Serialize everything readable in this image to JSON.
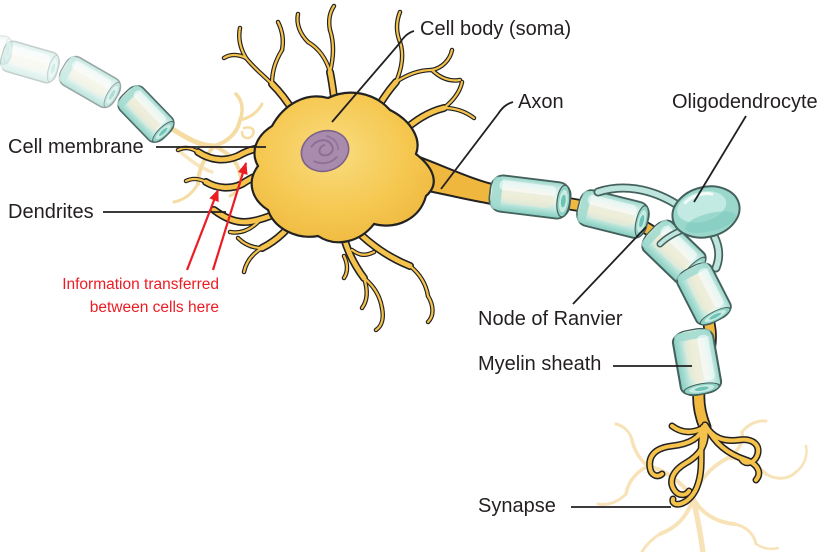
{
  "title": "Neuron anatomy diagram",
  "labels": {
    "cell_body": "Cell body (soma)",
    "axon": "Axon",
    "oligodendrocyte": "Oligodendrocyte",
    "cell_membrane": "Cell membrane",
    "dendrites": "Dendrites",
    "node_of_ranvier": "Node of Ranvier",
    "myelin_sheath": "Myelin sheath",
    "synapse": "Synapse"
  },
  "annotation": {
    "line1": "Information transferred",
    "line2": "between cells here"
  },
  "colors": {
    "background": "#FFFFFF",
    "label_text": "#231F20",
    "annotation_red": "#EC1C24",
    "neuron_gold": "#F5C24B",
    "axon_gold": "#F2B940",
    "myelin_cyan": "#BCE4DC",
    "oligodendrocyte_teal": "#9BD8CC",
    "nucleus_purple": "#A98BAE",
    "faint_dendrite": "#F7DFAC"
  }
}
